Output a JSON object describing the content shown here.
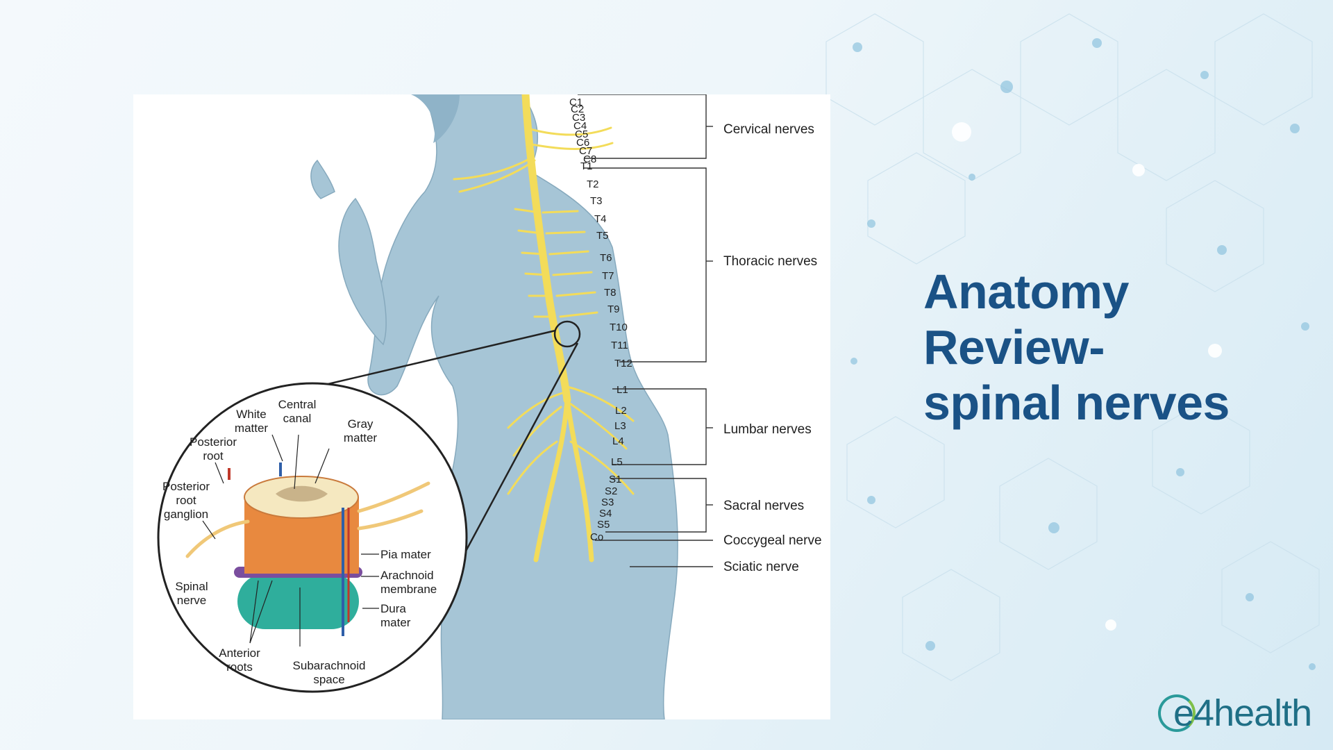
{
  "slide": {
    "title_lines": [
      "Anatomy",
      "Review-",
      "spinal nerves"
    ]
  },
  "brand": {
    "name": "e4health",
    "color_primary": "#1f6f86",
    "color_accent": "#7fc04a"
  },
  "diagram": {
    "nerve_groups": {
      "cervical": "Cervical nerves",
      "thoracic": "Thoracic nerves",
      "lumbar": "Lumbar nerves",
      "sacral": "Sacral nerves",
      "coccygeal": "Coccygeal nerve",
      "sciatic": "Sciatic nerve"
    },
    "segments": [
      "C1",
      "C2",
      "C3",
      "C4",
      "C5",
      "C6",
      "C7",
      "C8",
      "T1",
      "T2",
      "T3",
      "T4",
      "T5",
      "T6",
      "T7",
      "T8",
      "T9",
      "T10",
      "T11",
      "T12",
      "L1",
      "L2",
      "L3",
      "L4",
      "L5",
      "S1",
      "S2",
      "S3",
      "S4",
      "S5",
      "Co"
    ],
    "inset": {
      "white_matter": [
        "White",
        "matter"
      ],
      "central_canal": [
        "Central",
        "canal"
      ],
      "gray_matter": [
        "Gray",
        "matter"
      ],
      "posterior_root": [
        "Posterior",
        "root"
      ],
      "posterior_root_ganglion": [
        "Posterior",
        "root",
        "ganglion"
      ],
      "pia_mater": "Pia mater",
      "arachnoid_membrane": [
        "Arachnoid",
        "membrane"
      ],
      "dura_mater": [
        "Dura",
        "mater"
      ],
      "spinal_nerve": [
        "Spinal",
        "nerve"
      ],
      "anterior_roots": [
        "Anterior",
        "roots"
      ],
      "subarachnoid_space": [
        "Subarachnoid",
        "space"
      ]
    },
    "colors": {
      "nerve": "#f3dc5a",
      "skin": "#a6c5d6",
      "cord": "#e8893f",
      "dura": "#2fae9c"
    }
  }
}
